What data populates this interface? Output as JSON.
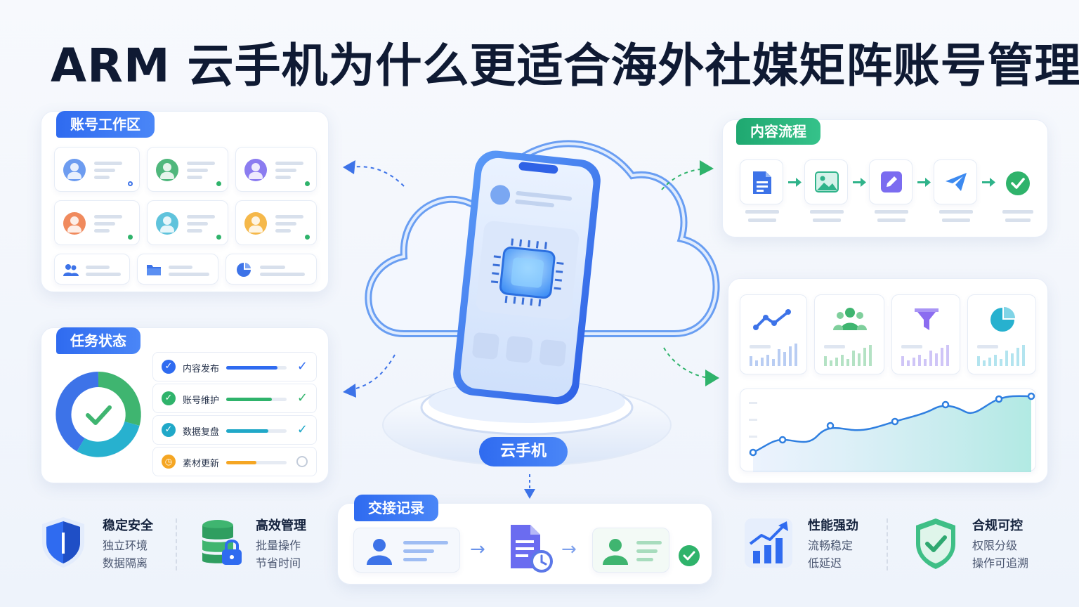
{
  "title": "ARM 云手机为什么更适合海外社媒矩阵账号管理",
  "panels": {
    "accounts": {
      "label": "账号工作区"
    },
    "tasks": {
      "label": "任务状态",
      "items": [
        {
          "label": "内容发布",
          "progress": 0.85,
          "status": "done",
          "color": "#2f6bf0"
        },
        {
          "label": "账号维护",
          "progress": 0.75,
          "status": "done",
          "color": "#2fb36b"
        },
        {
          "label": "数据复盘",
          "progress": 0.7,
          "status": "done",
          "color": "#20a8c8"
        },
        {
          "label": "素材更新",
          "progress": 0.5,
          "status": "pending",
          "color": "#f5a623"
        }
      ]
    },
    "flow": {
      "label": "内容流程"
    },
    "handover": {
      "label": "交接记录"
    }
  },
  "center": {
    "label": "云手机"
  },
  "features": [
    {
      "title": "稳定安全",
      "lines": [
        "独立环境",
        "数据隔离"
      ],
      "icon": "shield-icon"
    },
    {
      "title": "高效管理",
      "lines": [
        "批量操作",
        "节省时间"
      ],
      "icon": "database-lock-icon"
    },
    {
      "title": "性能强劲",
      "lines": [
        "流畅稳定",
        "低延迟"
      ],
      "icon": "growth-chart-icon"
    },
    {
      "title": "合规可控",
      "lines": [
        "权限分级",
        "操作可追溯"
      ],
      "icon": "shield-check-icon"
    }
  ],
  "colors": {
    "primary": "#2f6bf0",
    "green": "#2fb36b",
    "teal": "#20a8c8",
    "orange": "#f5a623",
    "purple": "#7b6cf0"
  }
}
